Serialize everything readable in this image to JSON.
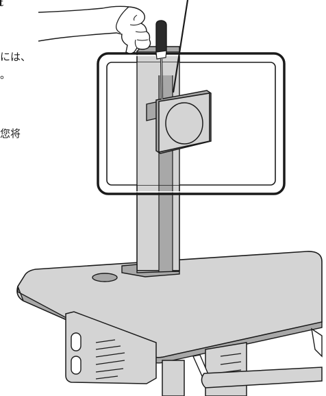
{
  "text_fragments": [
    "t",
    "には、",
    "。",
    "您将"
  ],
  "colors": {
    "line": "#1a1a1a",
    "metal_fill": "#d4d4d4",
    "shadow_fill": "#a8a8a8",
    "white": "#ffffff"
  }
}
